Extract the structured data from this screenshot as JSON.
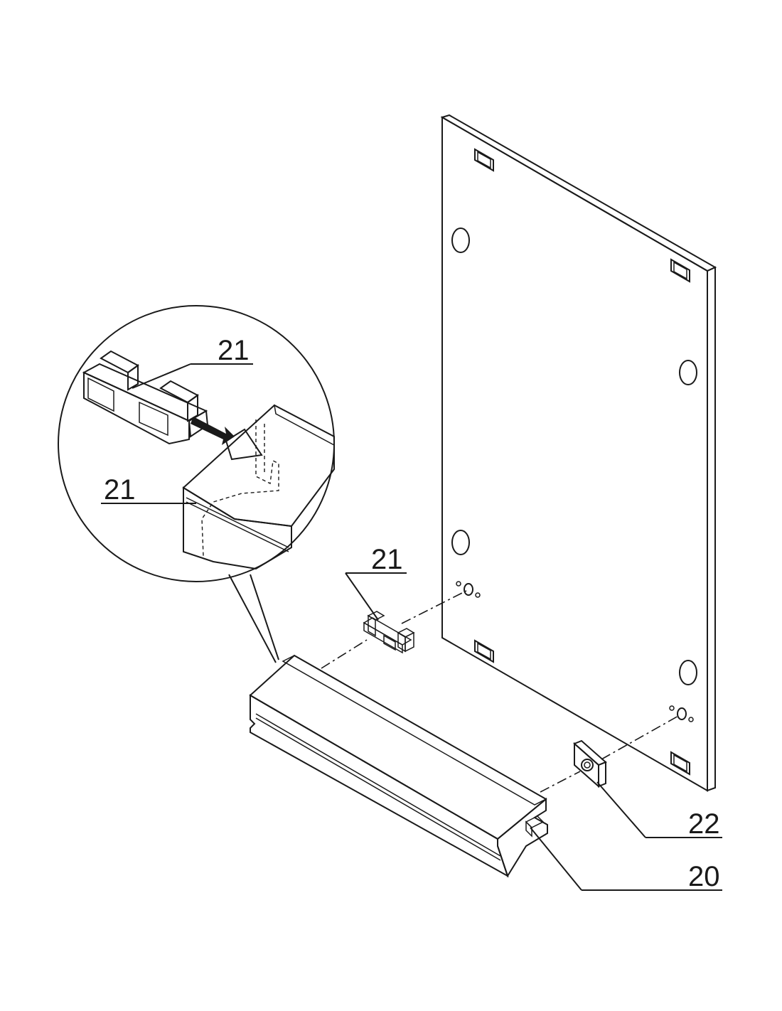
{
  "diagram": {
    "callouts": {
      "clip_detail_top": "21",
      "clip_detail_side": "21",
      "clip_main": "21",
      "nut": "22",
      "handle": "20"
    },
    "colors": {
      "outline": "#1a1a1a",
      "panel_face": "#e4e4e4",
      "panel_edge": "#cfcfcf",
      "part_light": "#d9d9d9",
      "part_mid": "#bdbdbd",
      "part_dark": "#a8a8a8"
    }
  }
}
